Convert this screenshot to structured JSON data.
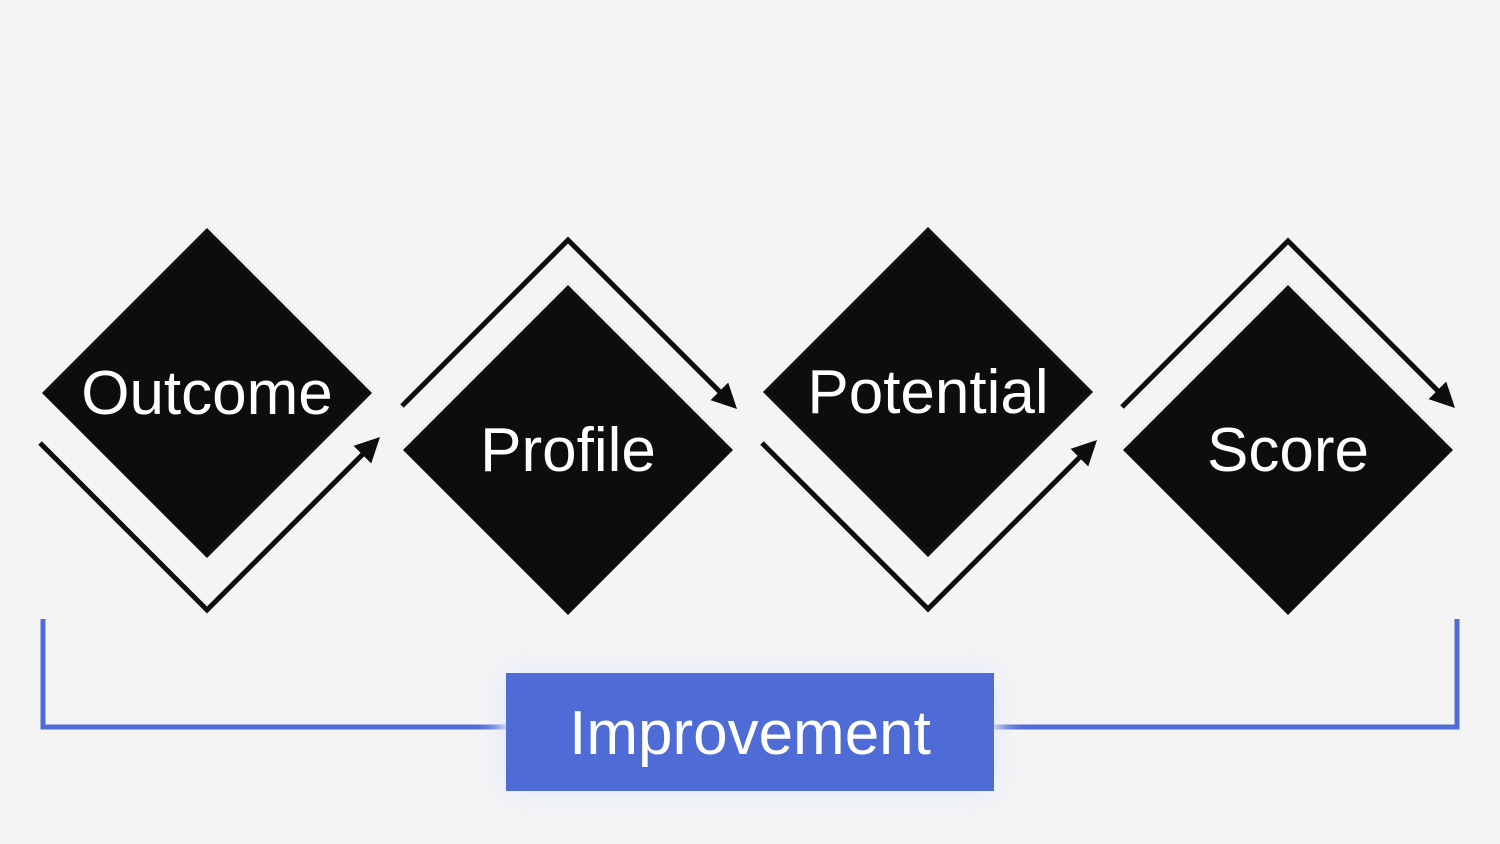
{
  "nodes": [
    {
      "id": "outcome",
      "label": "Outcome"
    },
    {
      "id": "profile",
      "label": "Profile"
    },
    {
      "id": "potential",
      "label": "Potential"
    },
    {
      "id": "score",
      "label": "Score"
    }
  ],
  "edges": [
    {
      "from": "outcome",
      "to": "profile"
    },
    {
      "from": "profile",
      "to": "potential"
    },
    {
      "from": "potential",
      "to": "score"
    },
    {
      "from": "score",
      "to": "outcome",
      "via": "improvement-loop"
    }
  ],
  "banner": {
    "label": "Improvement"
  },
  "colors": {
    "background": "#F4F4F5",
    "node_fill": "#0D0D0F",
    "node_text": "#FFFFFF",
    "arrow": "#0D0D0F",
    "accent": "#4F6CD6",
    "banner_text": "#FFFFFF"
  }
}
